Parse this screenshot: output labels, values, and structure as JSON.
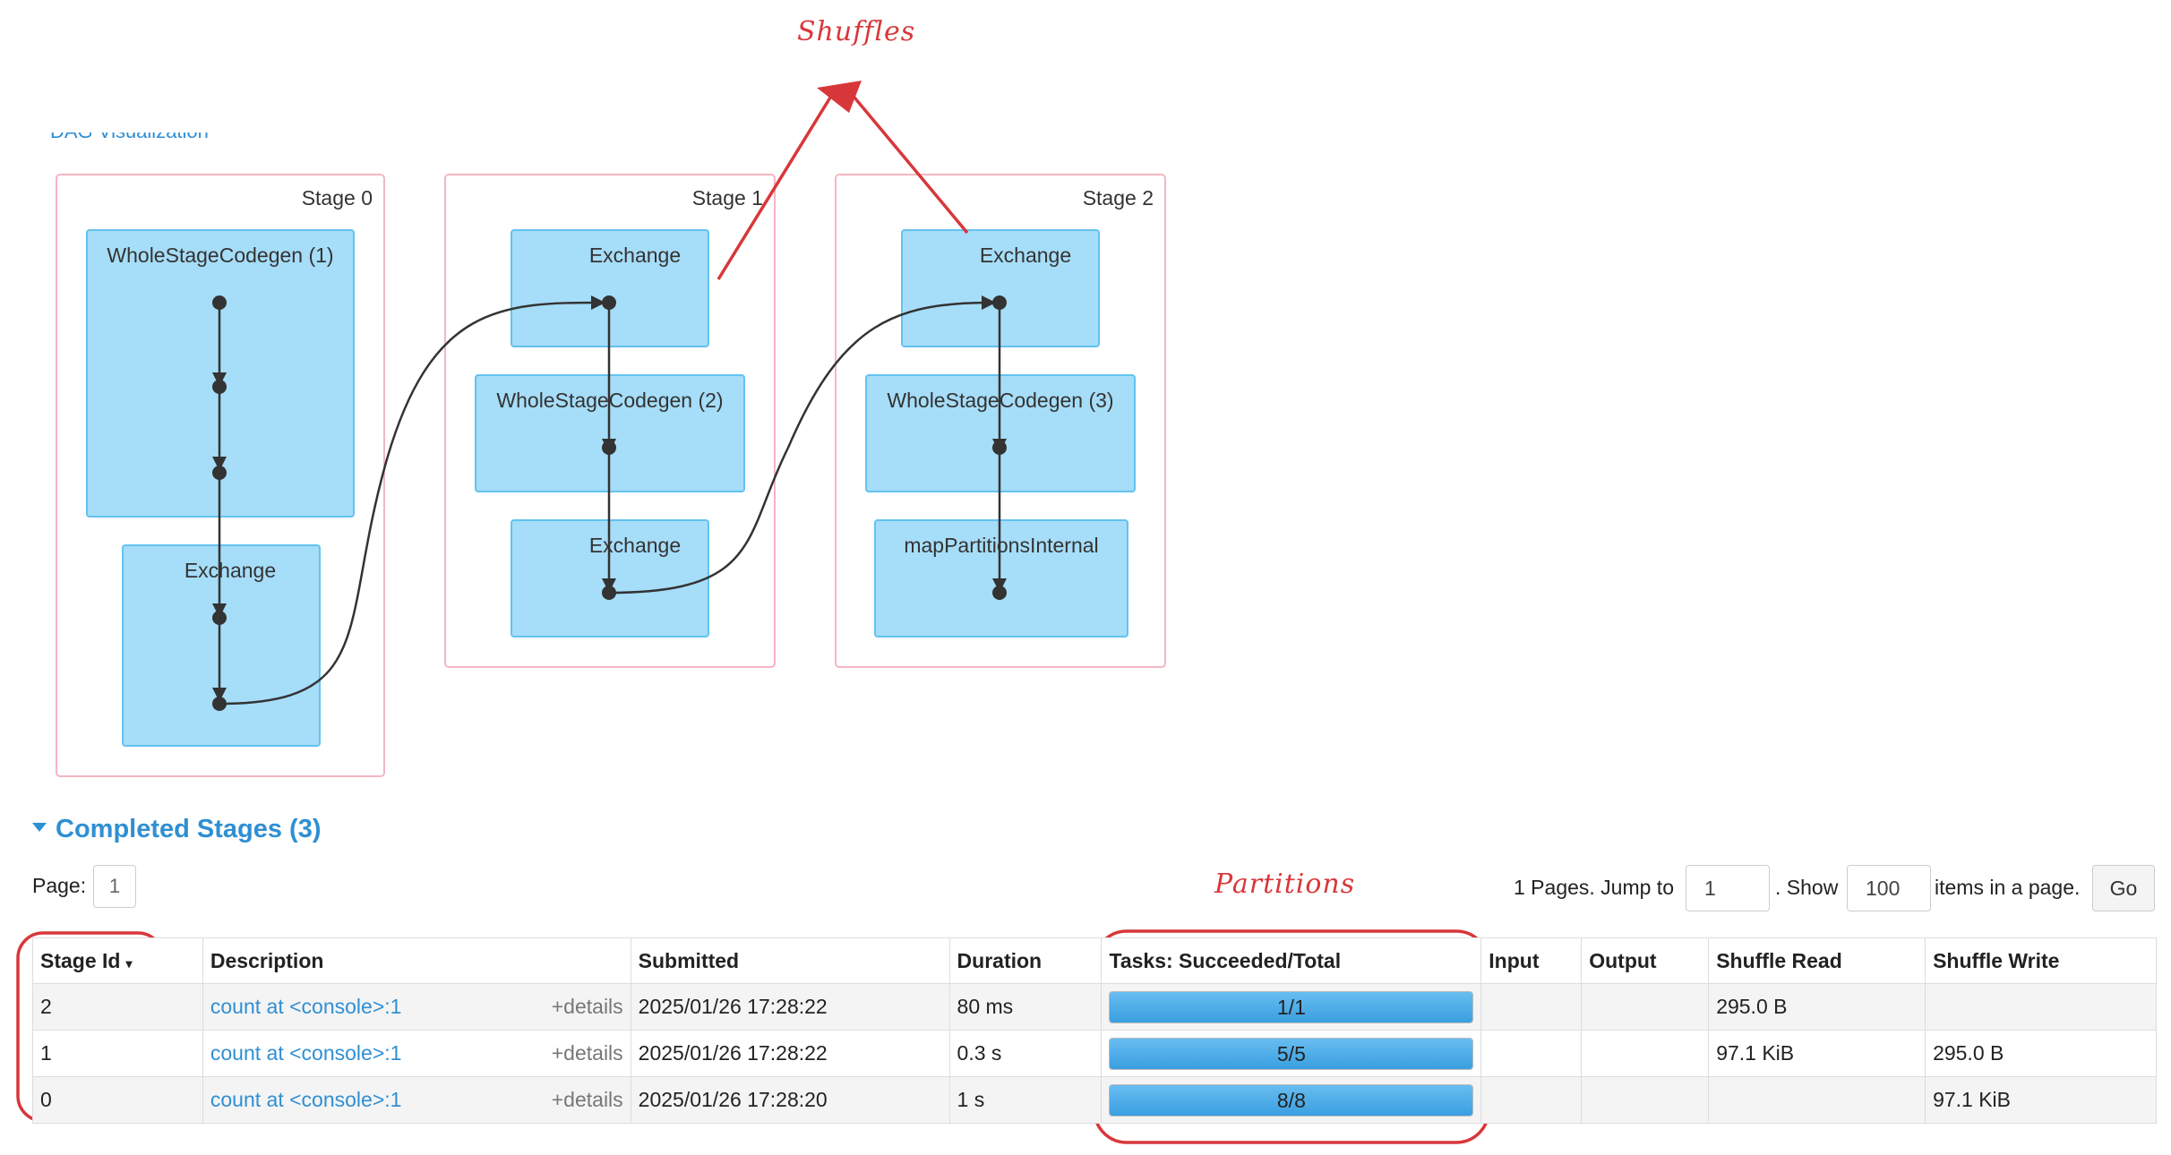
{
  "dag": {
    "title": "DAG Visualization",
    "stages": [
      {
        "label": "Stage 0",
        "nodes": [
          "WholeStageCodegen (1)",
          "Exchange"
        ]
      },
      {
        "label": "Stage 1",
        "nodes": [
          "Exchange",
          "WholeStageCodegen (2)",
          "Exchange"
        ]
      },
      {
        "label": "Stage 2",
        "nodes": [
          "Exchange",
          "WholeStageCodegen (3)",
          "mapPartitionsInternal"
        ]
      }
    ]
  },
  "annotations": {
    "shuffles": "Shuffles",
    "partitions": "Partitions",
    "color": "#d8373a"
  },
  "completed": {
    "header": "Completed Stages (3)",
    "page_label": "Page:",
    "page_value": "1",
    "pages_text": "1 Pages. Jump to",
    "jump_value": "1",
    "show_text": ". Show",
    "show_value": "100",
    "items_text": "items in a page.",
    "go_label": "Go"
  },
  "table": {
    "columns": [
      "Stage Id",
      "Description",
      "Submitted",
      "Duration",
      "Tasks: Succeeded/Total",
      "Input",
      "Output",
      "Shuffle Read",
      "Shuffle Write"
    ],
    "sort_indicator": "▾",
    "details_label": "+details",
    "rows": [
      {
        "stage_id": "2",
        "description": "count at <console>:1",
        "submitted": "2025/01/26 17:28:22",
        "duration": "80 ms",
        "tasks": "1/1",
        "tasks_fraction": 1.0,
        "input": "",
        "output": "",
        "shuffle_read": "295.0 B",
        "shuffle_write": ""
      },
      {
        "stage_id": "1",
        "description": "count at <console>:1",
        "submitted": "2025/01/26 17:28:22",
        "duration": "0.3 s",
        "tasks": "5/5",
        "tasks_fraction": 1.0,
        "input": "",
        "output": "",
        "shuffle_read": "97.1 KiB",
        "shuffle_write": "295.0 B"
      },
      {
        "stage_id": "0",
        "description": "count at <console>:1",
        "submitted": "2025/01/26 17:28:20",
        "duration": "1 s",
        "tasks": "8/8",
        "tasks_fraction": 1.0,
        "input": "",
        "output": "",
        "shuffle_read": "",
        "shuffle_write": "97.1 KiB"
      }
    ]
  },
  "colors": {
    "link": "#2f8fd3",
    "stage_border": "#f4b6c2",
    "node_fill": "#a6ddf8",
    "node_border": "#63c3ef",
    "progress": "#4aaee8"
  }
}
